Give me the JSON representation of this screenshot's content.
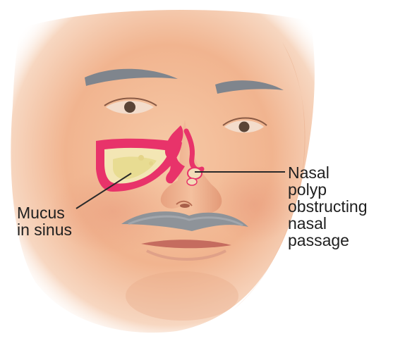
{
  "labels": {
    "mucus": {
      "line1": "Mucus",
      "line2": "in sinus"
    },
    "polyp": {
      "line1": "Nasal",
      "line2": "polyp",
      "line3": "obstructing",
      "line4": "nasal",
      "line5": "passage"
    }
  },
  "colors": {
    "skin": "#f4c3a0",
    "skin_shadow": "#e8a07c",
    "sinus_wall": "#e8336a",
    "mucus": "#efe3a2",
    "hair": "#8a8f96",
    "leader_line": "#2a2a2a"
  }
}
